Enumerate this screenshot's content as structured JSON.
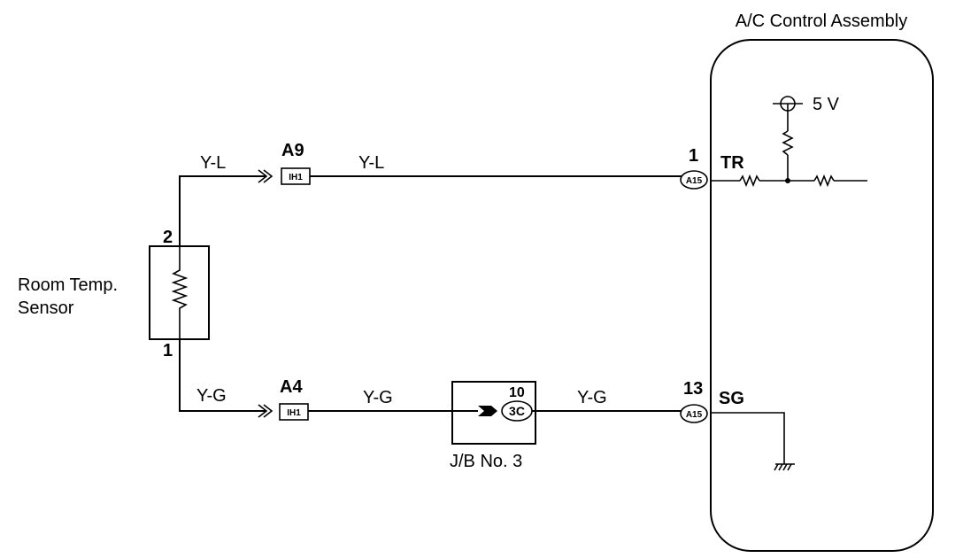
{
  "title": "A/C Control Assembly",
  "sensor": {
    "line1": "Room Temp.",
    "line2": "Sensor",
    "pin_top": "2",
    "pin_bottom": "1"
  },
  "top_wire": {
    "left_color": "Y-L",
    "connector_id": "A9",
    "connector_code": "IH1",
    "right_color": "Y-L",
    "ecu_pin": "1",
    "ecu_connector": "A15",
    "terminal": "TR"
  },
  "bottom_wire": {
    "left_color": "Y-G",
    "connector_id": "A4",
    "connector_code": "IH1",
    "mid_color": "Y-G",
    "right_color": "Y-G",
    "ecu_pin": "13",
    "ecu_connector": "A15",
    "terminal": "SG"
  },
  "junction_block": {
    "name": "J/B No. 3",
    "pin": "10",
    "connector": "3C"
  },
  "supply": {
    "voltage": "5 V"
  },
  "colors": {
    "line": "#000000",
    "background": "#ffffff"
  }
}
